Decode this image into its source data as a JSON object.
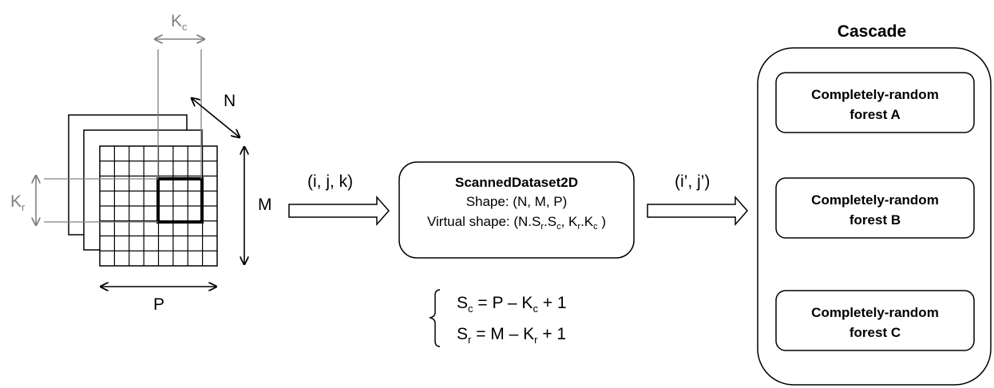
{
  "labels": {
    "kc_main": "K",
    "kc_sub": "c",
    "kr_main": "K",
    "kr_sub": "r",
    "n": "N",
    "m": "M",
    "p": "P",
    "input_index": "(i, j, k)",
    "output_index": "(i’, j’)"
  },
  "scanned_dataset": {
    "title": "ScannedDataset2D",
    "shape": "Shape: (N, M, P)",
    "virtual_shape": {
      "prefix": "Virtual shape: (N.S",
      "sub1": "r",
      "mid1": ".S",
      "sub2": "c",
      "mid2": ", K",
      "sub3": "r",
      "mid3": ".K",
      "sub4": "c",
      "suffix": " )"
    }
  },
  "equations": {
    "sc": {
      "s": "S",
      "s_sub": "c",
      "mid": " = P – K",
      "k_sub": "c",
      "end": " + 1"
    },
    "sr": {
      "s": "S",
      "s_sub": "r",
      "mid": " = M – K",
      "k_sub": "r",
      "end": " + 1"
    }
  },
  "cascade": {
    "title": "Cascade",
    "forests": [
      {
        "line1": "Completely-random",
        "line2": "forest A"
      },
      {
        "line1": "Completely-random",
        "line2": "forest B"
      },
      {
        "line1": "Completely-random",
        "line2": "forest C"
      }
    ]
  },
  "colors": {
    "gray": "#808080",
    "black": "#000000"
  }
}
